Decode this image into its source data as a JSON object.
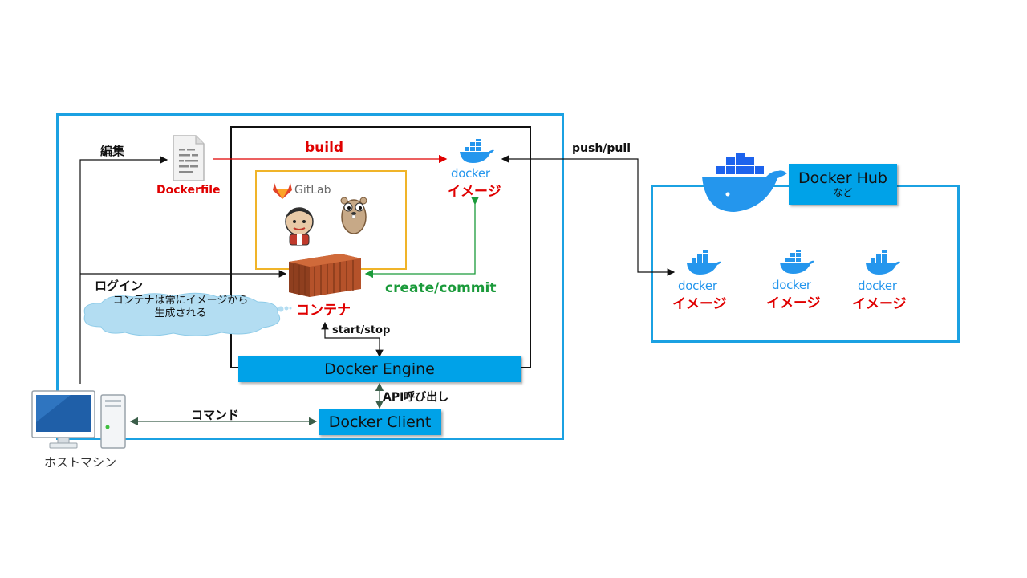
{
  "labels": {
    "edit": "編集",
    "dockerfile": "Dockerfile",
    "build": "build",
    "push_pull": "push/pull",
    "login": "ログイン",
    "create_commit": "create/commit",
    "container": "コンテナ",
    "start_stop": "start/stop",
    "api_call": "API呼び出し",
    "command": "コマンド",
    "cloud_note": "コンテナは常にイメージから生成される",
    "host_machine": "ホストマシン"
  },
  "engine": {
    "title": "Docker Engine"
  },
  "client": {
    "title": "Docker Client"
  },
  "hub": {
    "title": "Docker Hub",
    "subtitle": "など"
  },
  "apps": {
    "gitlab": "GitLab"
  },
  "images": {
    "local": {
      "logo_text": "docker",
      "label": "イメージ"
    },
    "hub": [
      {
        "logo_text": "docker",
        "label": "イメージ"
      },
      {
        "logo_text": "docker",
        "label": "イメージ"
      },
      {
        "logo_text": "docker",
        "label": "イメージ"
      }
    ]
  },
  "colors": {
    "frame_blue": "#1ba1e2",
    "bar_blue": "#00a2e8",
    "docker_blue": "#2496ed",
    "build_red": "#e00000",
    "commit_green": "#1a9a3a",
    "app_frame": "#f0b429",
    "container_brown": "#b5522a"
  }
}
